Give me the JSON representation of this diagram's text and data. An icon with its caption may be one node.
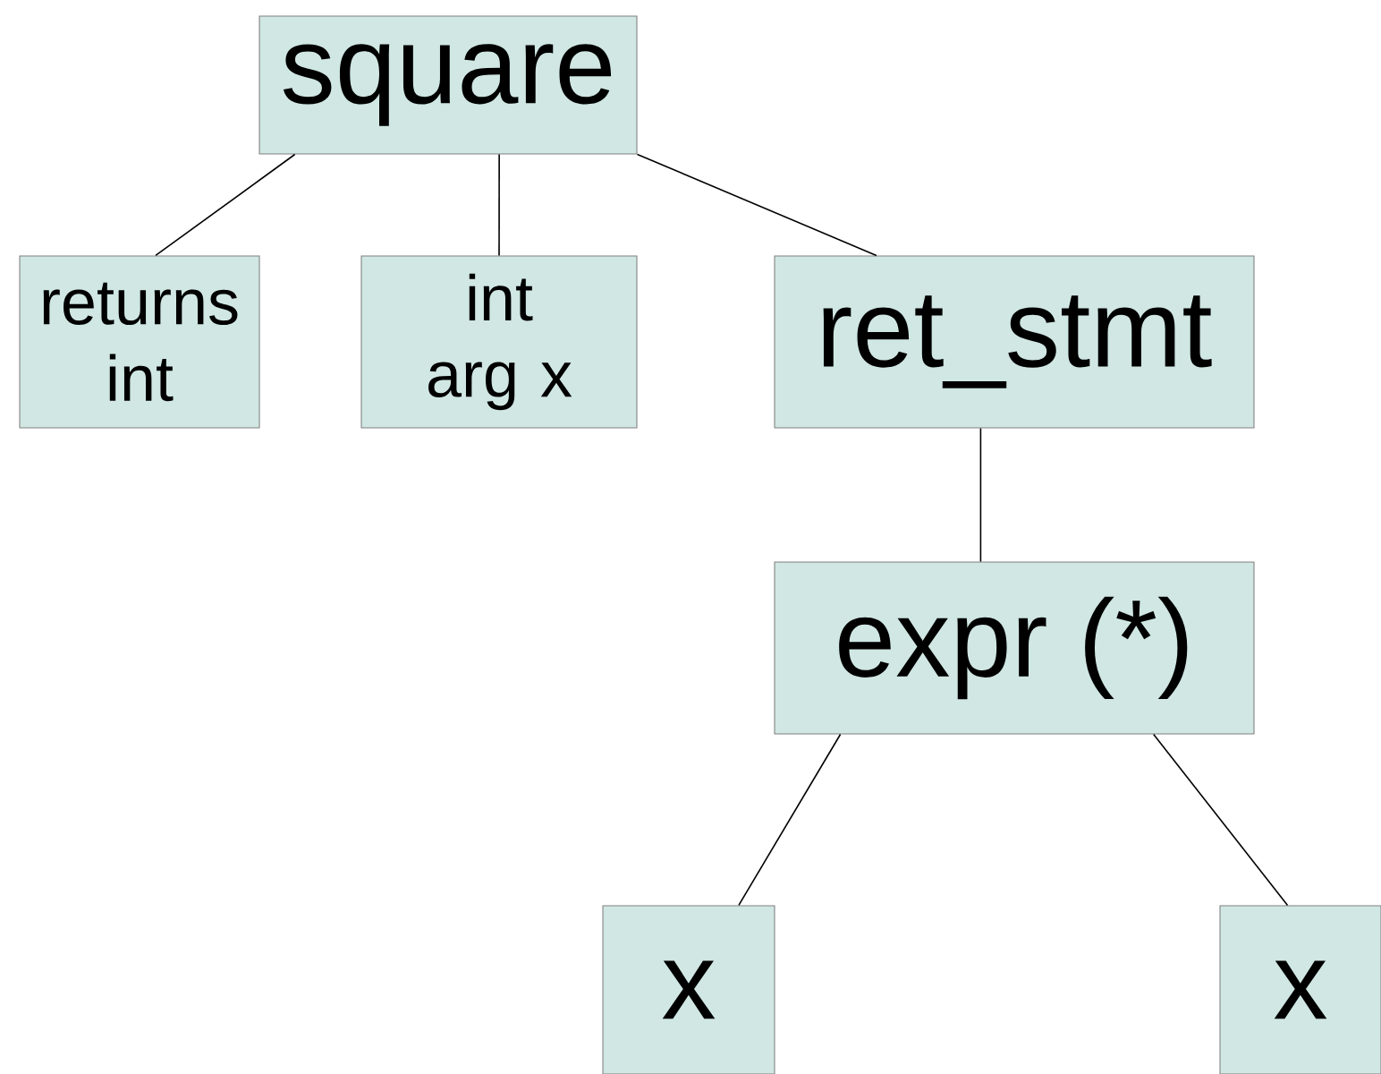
{
  "diagram": {
    "nodes": [
      {
        "text": [
          "square"
        ]
      },
      {
        "text": [
          "returns int"
        ]
      },
      {
        "text": [
          "int arg x"
        ]
      },
      {
        "text": [
          "ret_stmt"
        ]
      },
      {
        "text": [
          "expr (*)"
        ]
      },
      {
        "text": [
          "x"
        ]
      },
      {
        "text": [
          "x"
        ]
      }
    ],
    "edges": [
      {
        "from": 0,
        "to": 1,
        "arrow": "none"
      },
      {
        "from": 0,
        "to": 2,
        "arrow": "none"
      },
      {
        "from": 0,
        "to": 3,
        "arrow": "none"
      },
      {
        "from": 3,
        "to": 4,
        "arrow": "none"
      },
      {
        "from": 4,
        "to": 5,
        "arrow": "none"
      },
      {
        "from": 4,
        "to": 6,
        "arrow": "none"
      }
    ]
  }
}
